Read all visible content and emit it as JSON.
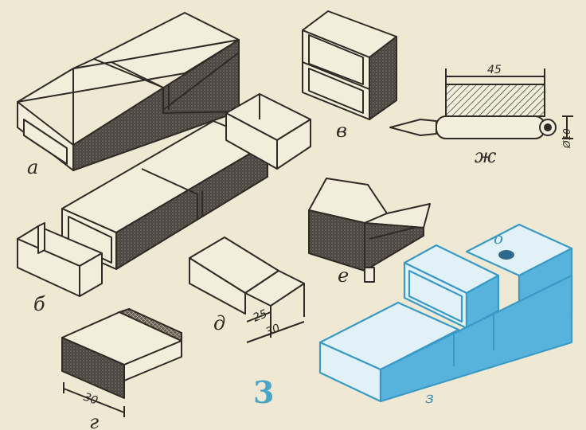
{
  "figure_number": "3",
  "labels": {
    "a": "а",
    "b": "б",
    "v": "в",
    "g": "г",
    "d": "д",
    "e": "е",
    "zh": "ж",
    "z": "з"
  },
  "dimensions": {
    "d_width": "25",
    "d_length": "30",
    "g_length": "30",
    "zh_length": "45",
    "zh_diameter": "Ø10"
  },
  "marks": {
    "hole": "о"
  },
  "colors": {
    "paper": "#efe9d3",
    "ink": "#2f2a24",
    "blue": "#3a9ac6"
  }
}
